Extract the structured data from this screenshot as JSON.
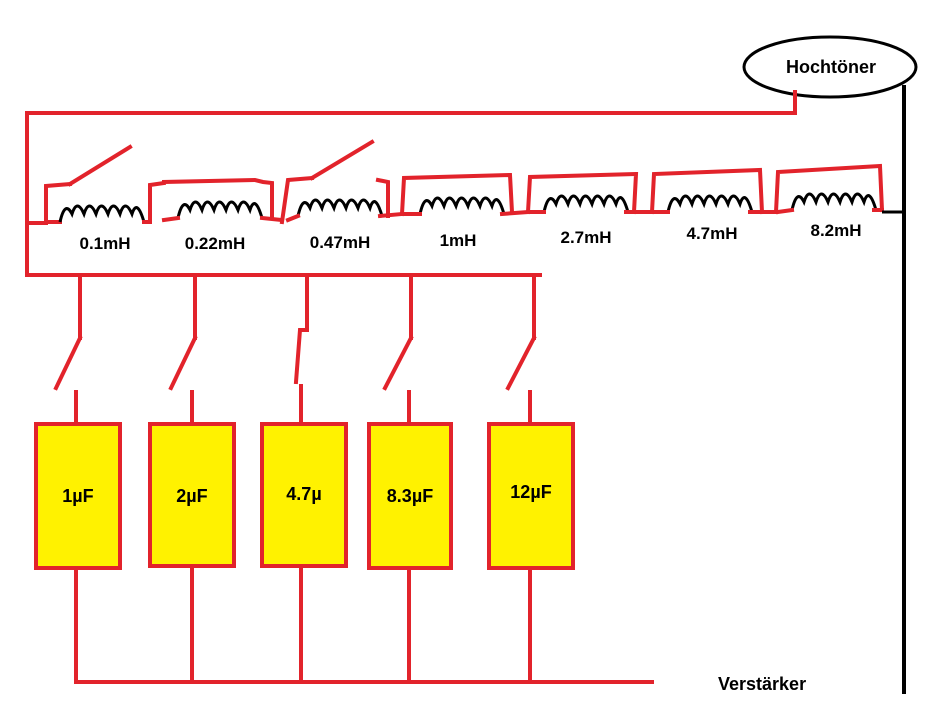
{
  "tweeter_label": "Hochtöner",
  "amplifier_label": "Verstärker",
  "inductors": [
    "0.1mH",
    "0.22mH",
    "0.47mH",
    "1mH",
    "2.7mH",
    "4.7mH",
    "8.2mH"
  ],
  "capacitors": [
    "1µF",
    "2µF",
    "4.7µ",
    "8.3µF",
    "12µF"
  ],
  "colors": {
    "wire": "#e2232b",
    "capacitor_fill": "#fff200",
    "ground": "#000000"
  }
}
